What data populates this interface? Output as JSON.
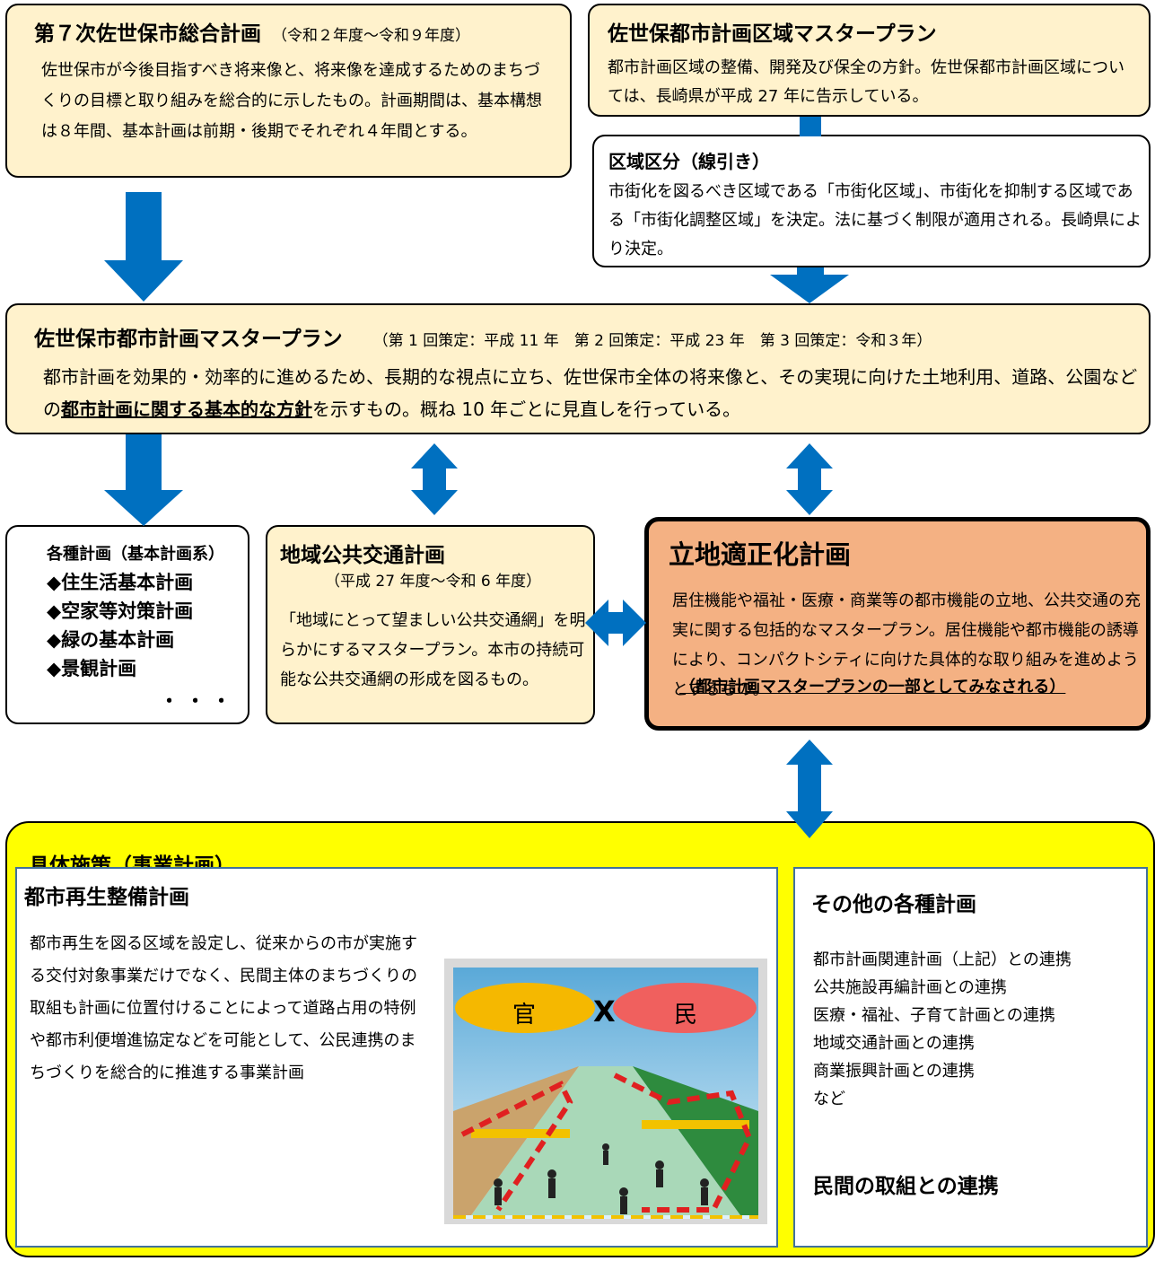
{
  "plan7": {
    "title": "第７次佐世保市総合計画",
    "period": "（令和２年度～令和９年度）",
    "desc": "佐世保市が今後目指すべき将来像と、将来像を達成するためのまちづくりの目標と取り組みを総合的に示したもの。計画期間は、基本構想は８年間、基本計画は前期・後期でそれぞれ４年間とする。"
  },
  "area_master": {
    "title": "佐世保都市計画区域マスタープラン",
    "desc": "都市計画区域の整備、開発及び保全の方針。佐世保都市計画区域については、長崎県が平成 27 年に告示している。"
  },
  "zoning": {
    "title": "区域区分（線引き）",
    "desc": "市街化を図るべき区域である「市街化区域」、市街化を抑制する区域である「市街化調整区域」を決定。法に基づく制限が適用される。長崎県により決定。"
  },
  "city_master": {
    "title": "佐世保市都市計画マスタープラン",
    "history": "（第 1 回策定：平成 11 年　第 2 回策定：平成 23 年　第 3 回策定：令和３年）",
    "desc_before": "都市計画を効果的・効率的に進めるため、長期的な視点に立ち、佐世保市全体の将来像と、その実現に向けた土地利用、道路、公園などの",
    "desc_emph": "都市計画に関する基本的な方針",
    "desc_after": "を示すもの。概ね 10 年ごとに見直しを行っている。"
  },
  "various": {
    "title": "各種計画（基本計画系）",
    "items": [
      "◆住生活基本計画",
      "◆空家等対策計画",
      "◆緑の基本計画",
      "◆景観計画"
    ],
    "more": "・・・"
  },
  "transport": {
    "title": "地域公共交通計画",
    "period": "（平成 27 年度～令和 6 年度）",
    "desc": "「地域にとって望ましい公共交通網」を明らかにするマスタープラン。本市の持続可能な公共交通網の形成を図るもの。"
  },
  "rittchi": {
    "title": "立地適正化計画",
    "desc": "居住機能や福祉・医療・商業等の都市機能の立地、公共交通の充実に関する包括的なマスタープラン。居住機能や都市機能の誘導により、コンパクトシティに向けた具体的な取り組みを進めようとするもの。",
    "note": "（都市計画マスタープランの一部としてみなされる）"
  },
  "measures": {
    "title": "具体施策（事業計画）",
    "urban_regen": {
      "title": "都市再生整備計画",
      "desc": "都市再生を図る区域を設定し、従来からの市が実施する交付対象事業だけでなく、民間主体のまちづくりの取組も計画に位置付けることによって道路占用の特例や都市利便増進協定などを可能として、公民連携のまちづくりを総合的に推進する事業計画"
    },
    "illustration": {
      "left": "官",
      "x": "X",
      "right": "民"
    },
    "others": {
      "title": "その他の各種計画",
      "items": [
        "都市計画関連計画（上記）との連携",
        "公共施設再編計画との連携",
        "医療・福祉、子育て計画との連携",
        "地域交通計画との連携",
        "商業振興計画との連携",
        "など"
      ],
      "private": "民間の取組との連携"
    }
  },
  "colors": {
    "cream": "#fff2cc",
    "arrow": "#0070c0",
    "rittchi_fill": "#f4b183",
    "measures_fill": "#ffff00",
    "panel_border": "#41719c"
  }
}
